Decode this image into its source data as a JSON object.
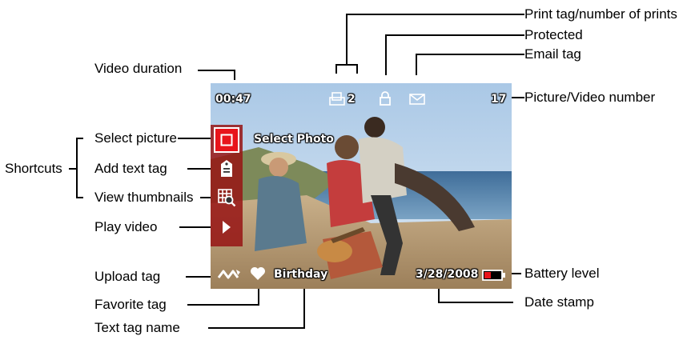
{
  "callouts": {
    "print_tag": "Print tag/number of prints",
    "protected": "Protected",
    "email_tag": "Email tag",
    "video_duration": "Video duration",
    "picture_number": "Picture/Video number",
    "select_picture": "Select picture",
    "shortcuts": "Shortcuts",
    "add_text_tag": "Add text tag",
    "view_thumbnails": "View thumbnails",
    "play_video": "Play video",
    "upload_tag": "Upload tag",
    "favorite_tag": "Favorite tag",
    "text_tag_name": "Text tag name",
    "battery_level": "Battery level",
    "date_stamp": "Date stamp"
  },
  "screen": {
    "duration": "00:47",
    "print_count": "2",
    "picture_number": "17",
    "select_label": "Select Photo",
    "tag_name": "Birthday",
    "date": "3/28/2008"
  },
  "icons": {
    "print": "print-icon",
    "lock": "lock-icon",
    "email": "envelope-icon",
    "select": "checkbox-icon",
    "text_tag": "tag-icon",
    "thumbnails": "thumbnail-magnify-icon",
    "play": "play-icon",
    "upload": "upload-icon",
    "favorite": "heart-icon",
    "battery": "battery-icon"
  },
  "colors": {
    "select_highlight": "#e8141b",
    "shortcut_strip": "#961414",
    "osd_text": "#ffffff",
    "battery_low": "#e8141b"
  }
}
